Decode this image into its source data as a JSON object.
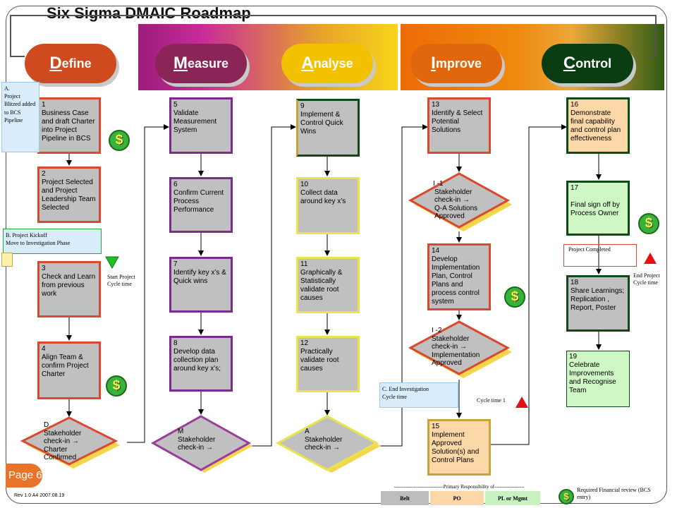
{
  "title": "Six Sigma DMAIC Roadmap",
  "phases": [
    {
      "label": "Define",
      "first": "D",
      "rest": "efine",
      "color": "#cf4a1f"
    },
    {
      "label": "Measure",
      "first": "M",
      "rest": "easure",
      "color": "#8b2558"
    },
    {
      "label": "Analyse",
      "first": "A",
      "rest": "nalyse",
      "color": "#f2c200"
    },
    {
      "label": "Improve",
      "first": "I",
      "rest": "mprove",
      "color": "#e0670e"
    },
    {
      "label": "Control",
      "first": "C",
      "rest": "ontrol",
      "color": "#0b3d12"
    }
  ],
  "steps": {
    "s1": {
      "num": "1",
      "text": "Business Case and draft Charter into Project Pipeline in BCS"
    },
    "s2": {
      "num": "2",
      "text": "Project Selected and Project Leadership Team Selected"
    },
    "s3": {
      "num": "3",
      "text": "Check and Learn from previous work"
    },
    "s4": {
      "num": "4",
      "text": "Align Team & confirm Project Charter"
    },
    "s5": {
      "num": "5",
      "text": "Validate Measurement System"
    },
    "s6": {
      "num": "6",
      "text": "Confirm Current Process Performance"
    },
    "s7": {
      "num": "7",
      "text": "Identify key x’s & Quick wins"
    },
    "s8": {
      "num": "8",
      "text": "Develop data collection plan around key x’s;"
    },
    "s9": {
      "num": "9",
      "text": "Implement & Control Quick Wins"
    },
    "s10": {
      "num": "10",
      "text": "Collect data around key x’s"
    },
    "s11": {
      "num": "11",
      "text": "Graphically & Statistically validate root causes"
    },
    "s12": {
      "num": "12",
      "text": "Practically validate root causes"
    },
    "s13": {
      "num": "13",
      "text": "Identify & Select Potential Solutions"
    },
    "s14": {
      "num": "14",
      "text": "Develop Implementation Plan, Control Plans and process control system"
    },
    "s15": {
      "num": "15",
      "text": "Implement Approved Solution(s) and Control Plans"
    },
    "s16": {
      "num": "16",
      "text": "Demonstrate final capability and control plan effectiveness"
    },
    "s17": {
      "num": "17",
      "text": "Final sign off by Process Owner"
    },
    "s18": {
      "num": "18",
      "text": "Share Learnings; Replication , Report, Poster"
    },
    "s19": {
      "num": "19",
      "text": "Celebrate Improvements and Recognise Team"
    }
  },
  "checkins": {
    "d": {
      "id": "D",
      "line1": "Stakeholder",
      "line2": "check-in →",
      "line3": "Charter",
      "line4": "Confirmed"
    },
    "m": {
      "id": "M",
      "line1": "Stakeholder",
      "line2": "check-in →"
    },
    "a": {
      "id": "A",
      "line1": "Stakeholder",
      "line2": "check-in →"
    },
    "i1": {
      "id": "I -1",
      "line1": "Stakeholder",
      "line2": "check-in →",
      "line3": "Q-A Solutions",
      "line4": "Approved"
    },
    "i2": {
      "id": "I -2",
      "line1": "Stakeholder",
      "line2": "check-in →",
      "line3": "Implementation",
      "line4": "Approved"
    }
  },
  "notes": {
    "a_title": "A.",
    "a_body": "Project Blitzed added to BCS Pipeline",
    "b_line1": "B. Project Kickoff",
    "b_line2": "Move to Investigation Phase",
    "c_line1": "C. End Investigation",
    "c_line2": "Cycle time",
    "start": "Start Project Cycle time",
    "project_completed": "Project Completed",
    "end_project": "End Project Cycle time",
    "cycle_time_1": "Cycle time 1"
  },
  "footer": {
    "page_label": "Page 6",
    "rev": "Rev 1.0 A4 2007.08.19",
    "responsibility_header": "------------------------------Primary Responsibility of------------------",
    "belt": "Belt",
    "po": "PO",
    "pl": "PL or Mgmt",
    "required_review": "Required Financial review (BCS entry)"
  },
  "dollar_symbol": "$"
}
